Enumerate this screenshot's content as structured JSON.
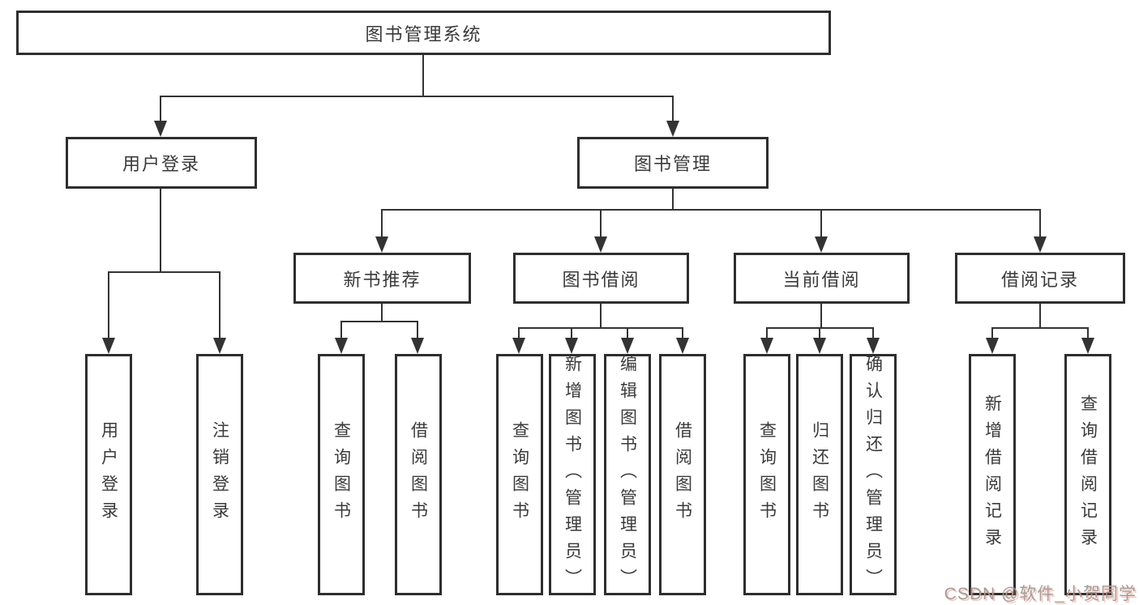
{
  "tree": {
    "root": "图书管理系统",
    "user_login": {
      "label": "用户登录",
      "children": [
        "用户登录",
        "注销登录"
      ]
    },
    "book_mgmt": {
      "label": "图书管理",
      "modules": [
        {
          "label": "新书推荐",
          "children": [
            "查询图书",
            "借阅图书"
          ]
        },
        {
          "label": "图书借阅",
          "children": [
            "查询图书",
            "新增图书（管理员）",
            "编辑图书（管理员）",
            "借阅图书"
          ]
        },
        {
          "label": "当前借阅",
          "children": [
            "查询图书",
            "归还图书",
            "确认归还（管理员）"
          ]
        },
        {
          "label": "借阅记录",
          "children": [
            "新增借阅记录",
            "查询借阅记录"
          ]
        }
      ]
    }
  },
  "watermark": "CSDN @软件_小贺同学",
  "colors": {
    "line": "#333333",
    "box_border": "#2e2e2e",
    "text": "#3a3a3a",
    "background": "#ffffff",
    "watermark_gray": "#9e9e9e",
    "watermark_accent": "#fc5531"
  }
}
